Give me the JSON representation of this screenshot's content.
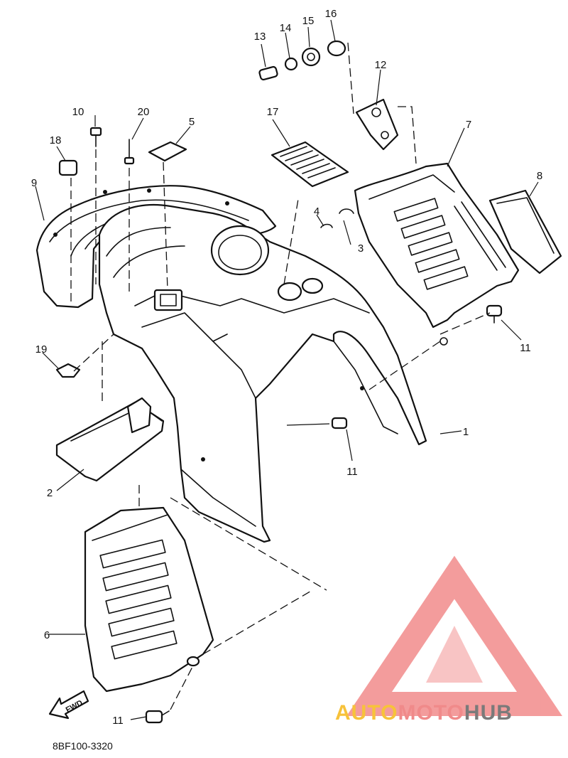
{
  "diagram": {
    "part_numbers": [
      "1",
      "2",
      "3",
      "4",
      "5",
      "6",
      "7",
      "8",
      "9",
      "10",
      "11",
      "11",
      "11",
      "11",
      "12",
      "13",
      "14",
      "15",
      "16",
      "17",
      "18",
      "19",
      "20"
    ],
    "fwd_label": "FWD",
    "drawing_code": "8BF100-3320"
  },
  "watermark": {
    "brand_part1": "AUTO",
    "brand_part2": "MOTO",
    "brand_part3": "HUB",
    "colors": {
      "auto": "#f7c23a",
      "moto": "#f08a8a",
      "hub": "#7a7a7a",
      "logo": "#f28b8b"
    }
  }
}
